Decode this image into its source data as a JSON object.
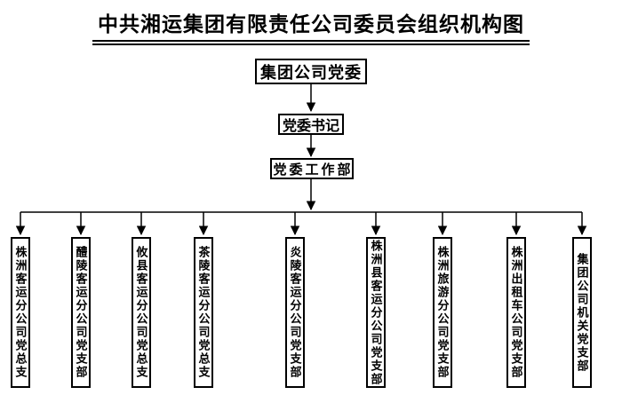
{
  "title": "中共湘运集团有限责任公司委员会组织机构图",
  "hierarchy": {
    "root": "集团公司党委",
    "level2": "党委书记",
    "level3": "党委工作部"
  },
  "branches": [
    "株洲客运分公司党总支",
    "醴陵客运分公司党支部",
    "攸县客运分公司党总支",
    "茶陵客运分公司党总支",
    "炎陵客运分公司党支部",
    "株洲县客运分公司党支部",
    "株洲旅游分公司党支部",
    "株洲出租车公司党支部",
    "集团公司机关党支部"
  ],
  "colors": {
    "line": "#000000",
    "background": "#ffffff",
    "text": "#000000"
  }
}
